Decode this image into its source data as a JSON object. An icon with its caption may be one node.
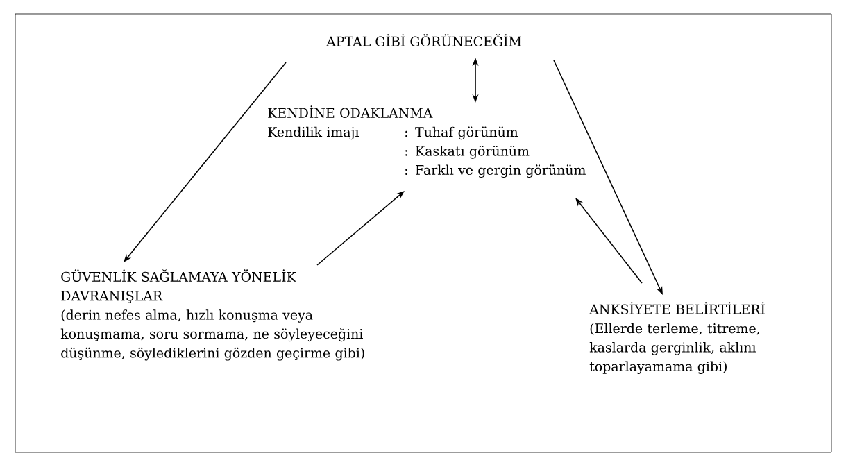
{
  "diagram": {
    "nodes": [
      {
        "text": [
          "APTAL GİBİ GÖRÜNECEĞİM"
        ]
      },
      {
        "text": [
          "KENDİNE ODAKLANMA",
          "Kendilik imajı",
          ": Tuhaf görünüm",
          ": Kaskatı görünüm",
          ": Farklı ve gergin görünüm"
        ]
      },
      {
        "text": [
          "GÜVENLİK SAĞLAMAYA YÖNELİK DAVRANIŞLAR",
          "(derin nefes alma, hızlı konuşma veya konuşmama, soru sormama, ne söyleyeceğini düşünme, söylediklerini gözden geçirme gibi)"
        ]
      },
      {
        "text": [
          "ANKSİYETE BELİRTİLERİ",
          "(Ellerde terleme, titreme, kaslarda gerginlik, aklını toparlayamama gibi)"
        ]
      }
    ],
    "edges": [
      {
        "from": 0,
        "to": 1,
        "arrow": "both"
      },
      {
        "from": 0,
        "to": 2,
        "arrow": "to"
      },
      {
        "from": 2,
        "to": 1,
        "arrow": "to"
      },
      {
        "from": 0,
        "to": 3,
        "arrow": "to"
      },
      {
        "from": 3,
        "to": 1,
        "arrow": "to"
      }
    ]
  }
}
